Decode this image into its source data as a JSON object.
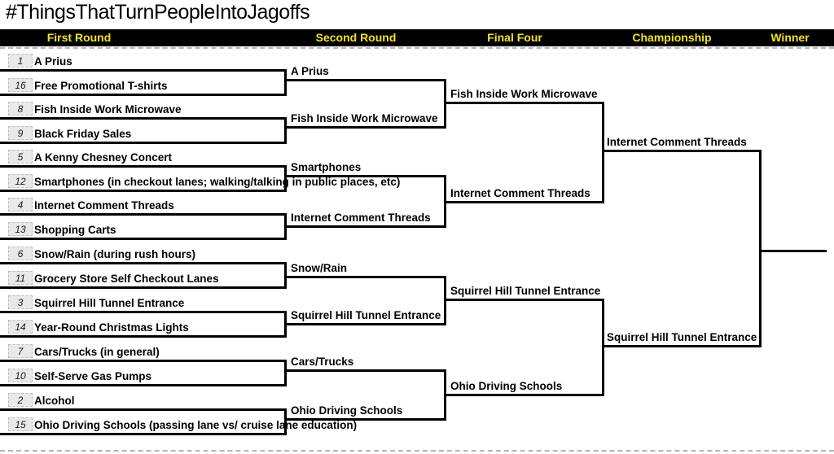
{
  "title": "#ThingsThatTurnPeopleIntoJagoffs",
  "colors": {
    "header_bg": "#000000",
    "header_text": "#f2e416",
    "line": "#000000",
    "seed_bg": "#e9e9e9"
  },
  "header": {
    "columns": [
      {
        "label": "First Round"
      },
      {
        "label": "Second Round"
      },
      {
        "label": "Final Four"
      },
      {
        "label": "Championship"
      },
      {
        "label": "Winner"
      }
    ]
  },
  "bracket": {
    "round1": [
      {
        "seed": "1",
        "label": "A Prius"
      },
      {
        "seed": "16",
        "label": "Free Promotional T-shirts"
      },
      {
        "seed": "8",
        "label": "Fish Inside Work Microwave"
      },
      {
        "seed": "9",
        "label": "Black Friday Sales"
      },
      {
        "seed": "5",
        "label": "A Kenny Chesney Concert"
      },
      {
        "seed": "12",
        "label": "Smartphones (in checkout lanes; walking/talking in public places, etc)"
      },
      {
        "seed": "4",
        "label": "Internet Comment Threads"
      },
      {
        "seed": "13",
        "label": "Shopping Carts"
      },
      {
        "seed": "6",
        "label": "Snow/Rain (during rush hours)"
      },
      {
        "seed": "11",
        "label": "Grocery Store Self Checkout Lanes"
      },
      {
        "seed": "3",
        "label": "Squirrel Hill Tunnel Entrance"
      },
      {
        "seed": "14",
        "label": "Year-Round Christmas Lights"
      },
      {
        "seed": "7",
        "label": "Cars/Trucks (in general)"
      },
      {
        "seed": "10",
        "label": "Self-Serve Gas Pumps"
      },
      {
        "seed": "2",
        "label": "Alcohol"
      },
      {
        "seed": "15",
        "label": "Ohio Driving Schools (passing lane vs/ cruise lane education)"
      }
    ],
    "round2": [
      {
        "label": "A Prius"
      },
      {
        "label": "Fish Inside Work Microwave"
      },
      {
        "label": "Smartphones"
      },
      {
        "label": "Internet Comment Threads"
      },
      {
        "label": "Snow/Rain"
      },
      {
        "label": "Squirrel Hill Tunnel Entrance"
      },
      {
        "label": "Cars/Trucks"
      },
      {
        "label": "Ohio Driving Schools"
      }
    ],
    "final_four": [
      {
        "label": "Fish Inside Work Microwave"
      },
      {
        "label": "Internet Comment Threads"
      },
      {
        "label": "Squirrel Hill Tunnel Entrance"
      },
      {
        "label": "Ohio Driving Schools"
      }
    ],
    "championship": [
      {
        "label": "Internet Comment Threads"
      },
      {
        "label": "Squirrel Hill Tunnel Entrance"
      }
    ],
    "winner": [
      {
        "label": ""
      }
    ]
  }
}
